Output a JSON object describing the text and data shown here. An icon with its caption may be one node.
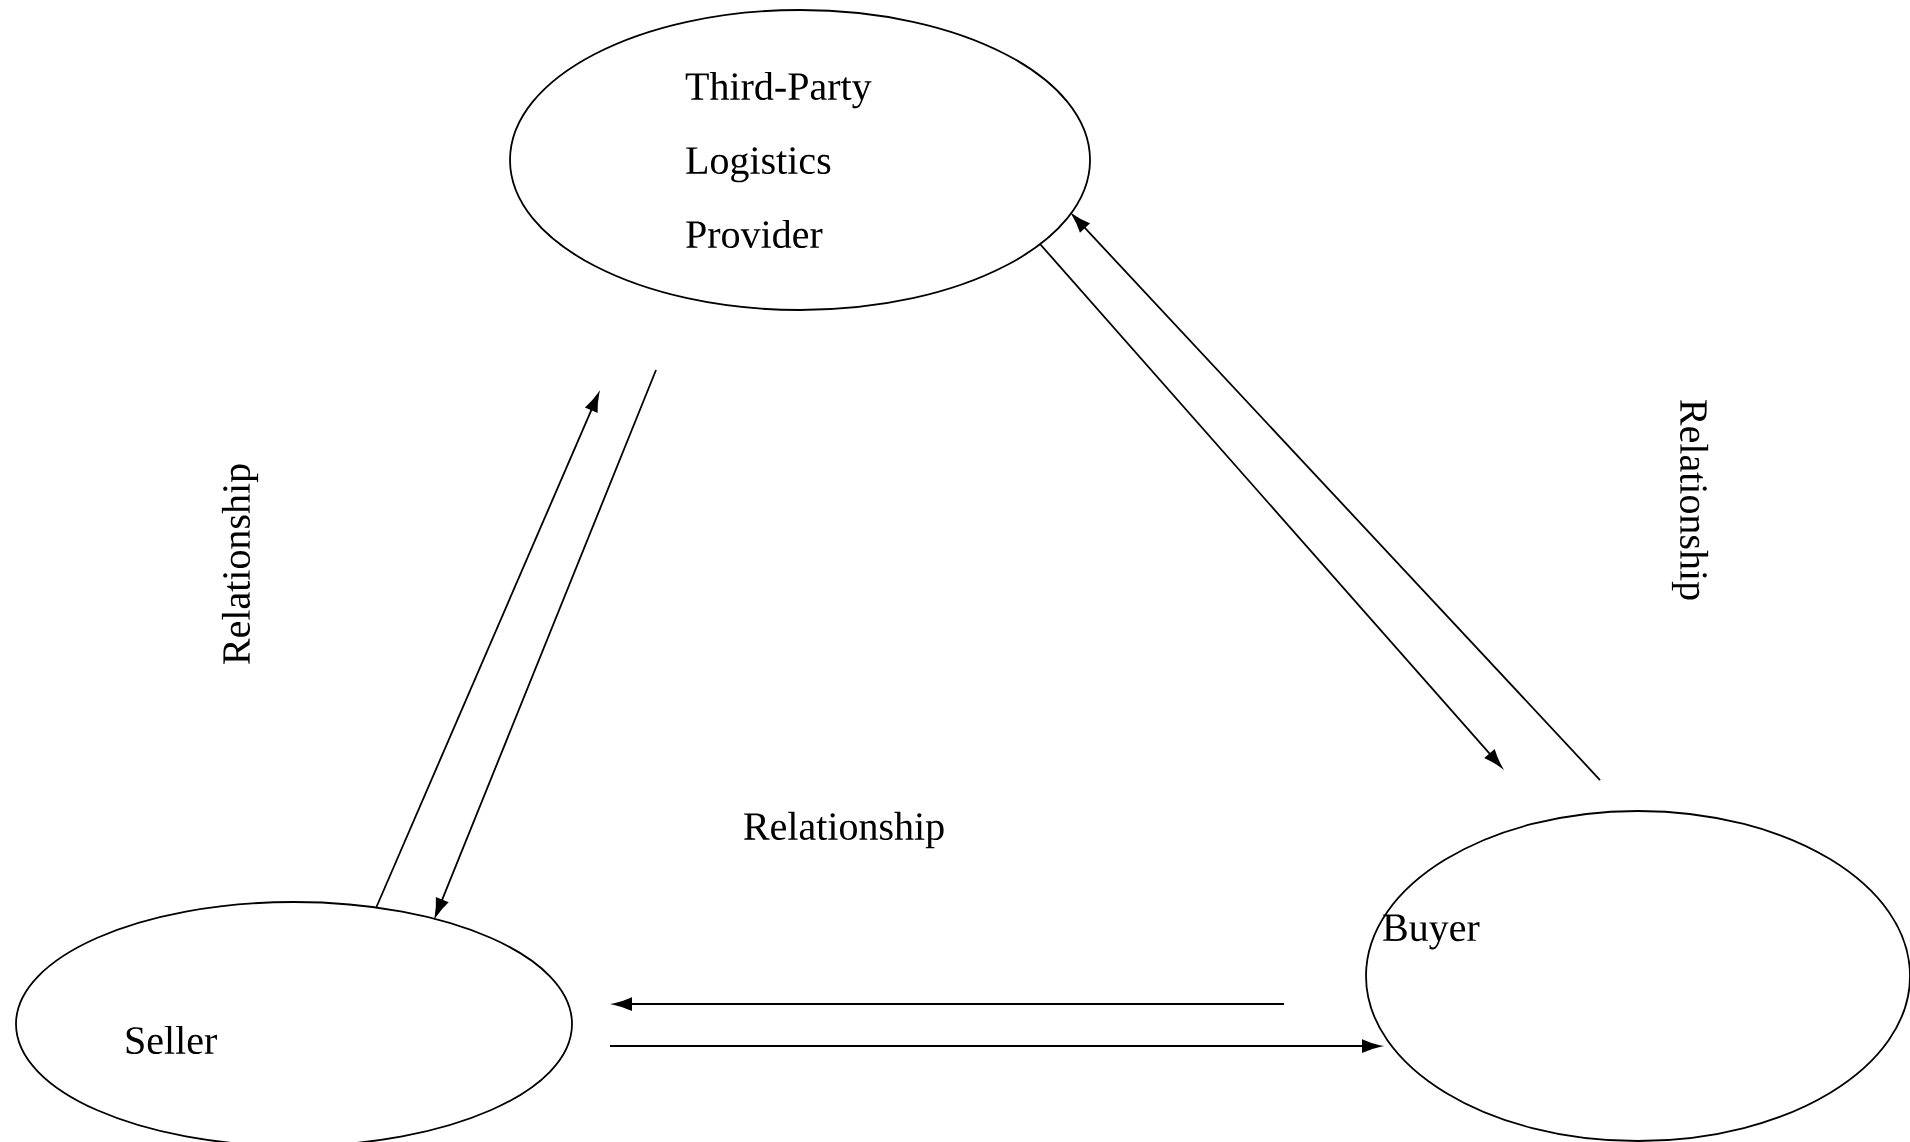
{
  "diagram": {
    "nodes": [
      {
        "text": [
          "Third-Party Logistics Provider"
        ]
      },
      {
        "text": [
          "Seller"
        ]
      },
      {
        "text": [
          "Buyer"
        ]
      }
    ],
    "edges": [
      {
        "from": 1,
        "to": 0,
        "arrow": "to"
      },
      {
        "from": 0,
        "to": 1,
        "arrow": "to"
      },
      {
        "from": 0,
        "to": 2,
        "arrow": "to"
      },
      {
        "from": 2,
        "to": 0,
        "arrow": "to"
      },
      {
        "from": 2,
        "to": 1,
        "arrow": "to"
      },
      {
        "from": 1,
        "to": 2,
        "arrow": "to"
      }
    ],
    "labels": [
      "Relationship",
      "Relationship",
      "Relationship"
    ]
  }
}
